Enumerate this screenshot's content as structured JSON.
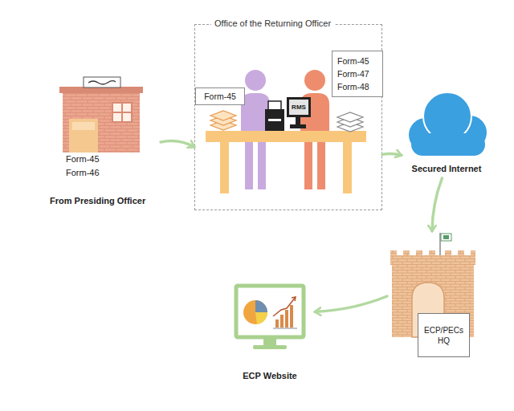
{
  "diagram": {
    "nodes": [
      {
        "text": [
          "Form-45 Form-46",
          "From Presiding Officer"
        ]
      },
      {
        "text": [
          "Office of the Returning Officer"
        ]
      },
      {
        "text": [
          "Form-45"
        ],
        "in": 1
      },
      {
        "text": [
          "Form-45 Form-47 Form-48"
        ],
        "in": 1
      },
      {
        "text": [
          "RMS"
        ],
        "in": 1
      },
      {
        "text": [
          "Secured Internet"
        ]
      },
      {
        "text": [
          "ECP/PECs HQ"
        ]
      },
      {
        "text": [
          "ECP Website"
        ]
      }
    ],
    "edges": [
      {
        "from": 0,
        "to": 1,
        "arrow": "to"
      },
      {
        "from": 1,
        "to": 5,
        "arrow": "to"
      },
      {
        "from": 5,
        "to": 6,
        "arrow": "to"
      },
      {
        "from": 6,
        "to": 7,
        "arrow": "to"
      }
    ]
  }
}
